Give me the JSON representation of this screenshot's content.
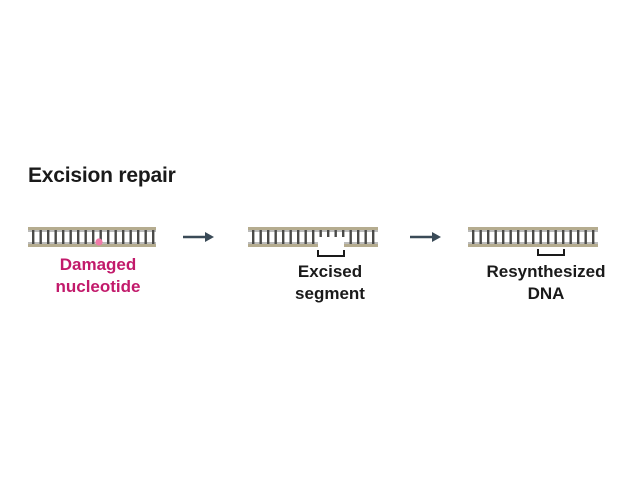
{
  "title": "Excision repair",
  "colors": {
    "strand": "#b5ac8f",
    "rung": "#4a4a48",
    "damage": "#f07aa8",
    "damage_label": "#c21a6b",
    "arrow": "#3a4a57",
    "bracket": "#1a1a1a",
    "text": "#1a1a1a"
  },
  "steps": [
    {
      "label_lines": [
        "Damaged",
        "nucleotide"
      ],
      "marker": "damage"
    },
    {
      "label_lines": [
        "Excised",
        "segment"
      ],
      "marker": "gap"
    },
    {
      "label_lines": [
        "Resynthesized",
        "DNA"
      ],
      "marker": "repaired"
    }
  ],
  "icons": {
    "step_arrow": "right-arrow-icon"
  }
}
